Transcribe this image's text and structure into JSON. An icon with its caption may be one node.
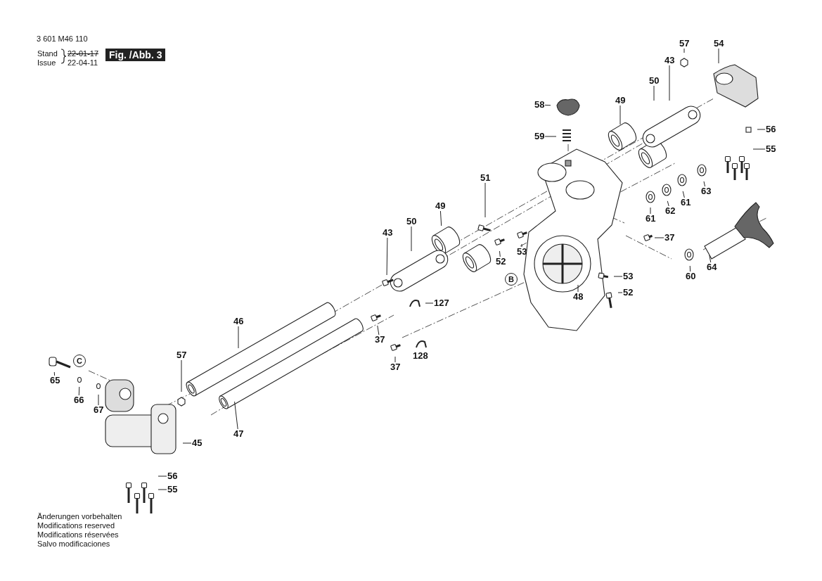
{
  "diagram": {
    "nodes": [
      {
        "text": [
          "57"
        ]
      },
      {
        "text": [
          "54"
        ]
      },
      {
        "text": [
          "43"
        ]
      },
      {
        "text": [
          "50"
        ]
      },
      {
        "text": [
          "49"
        ]
      },
      {
        "text": [
          "58"
        ]
      },
      {
        "text": [
          "56"
        ]
      },
      {
        "text": [
          "59"
        ]
      },
      {
        "text": [
          "55"
        ]
      },
      {
        "text": [
          "51"
        ]
      },
      {
        "text": [
          "63"
        ]
      },
      {
        "text": [
          "61"
        ]
      },
      {
        "text": [
          "49"
        ]
      },
      {
        "text": [
          "62"
        ]
      },
      {
        "text": [
          "50"
        ]
      },
      {
        "text": [
          "61"
        ]
      },
      {
        "text": [
          "43"
        ]
      },
      {
        "text": [
          "37"
        ]
      },
      {
        "text": [
          "53"
        ]
      },
      {
        "text": [
          "52"
        ]
      },
      {
        "text": [
          "64"
        ]
      },
      {
        "text": [
          "53"
        ]
      },
      {
        "text": [
          "60"
        ]
      },
      {
        "text": [
          "52"
        ]
      },
      {
        "text": [
          "48"
        ]
      },
      {
        "text": [
          "127"
        ]
      },
      {
        "text": [
          "46"
        ]
      },
      {
        "text": [
          "37"
        ]
      },
      {
        "text": [
          "57"
        ]
      },
      {
        "text": [
          "128"
        ]
      },
      {
        "text": [
          "37"
        ]
      },
      {
        "text": [
          "65"
        ]
      },
      {
        "text": [
          "66"
        ]
      },
      {
        "text": [
          "67"
        ]
      },
      {
        "text": [
          "47"
        ]
      },
      {
        "text": [
          "45"
        ]
      },
      {
        "text": [
          "56"
        ]
      },
      {
        "text": [
          "55"
        ]
      }
    ],
    "edges": [
      {
        "from": 0,
        "to": null,
        "arrow": "none"
      },
      {
        "from": 1,
        "to": null,
        "arrow": "none"
      },
      {
        "from": 2,
        "to": null,
        "arrow": "none"
      },
      {
        "from": 3,
        "to": null,
        "arrow": "none"
      },
      {
        "from": 4,
        "to": null,
        "arrow": "none"
      },
      {
        "from": 5,
        "to": null,
        "arrow": "none"
      },
      {
        "from": 6,
        "to": null,
        "arrow": "none"
      },
      {
        "from": 7,
        "to": null,
        "arrow": "none"
      },
      {
        "from": 8,
        "to": null,
        "arrow": "none"
      },
      {
        "from": 9,
        "to": null,
        "arrow": "none"
      },
      {
        "from": 10,
        "to": null,
        "arrow": "none"
      },
      {
        "from": 11,
        "to": null,
        "arrow": "none"
      },
      {
        "from": 12,
        "to": null,
        "arrow": "none"
      },
      {
        "from": 13,
        "to": null,
        "arrow": "none"
      },
      {
        "from": 14,
        "to": null,
        "arrow": "none"
      },
      {
        "from": 15,
        "to": null,
        "arrow": "none"
      },
      {
        "from": 16,
        "to": null,
        "arrow": "none"
      },
      {
        "from": 17,
        "to": null,
        "arrow": "none"
      },
      {
        "from": 18,
        "to": null,
        "arrow": "none"
      },
      {
        "from": 19,
        "to": null,
        "arrow": "none"
      },
      {
        "from": 20,
        "to": null,
        "arrow": "none"
      },
      {
        "from": 21,
        "to": null,
        "arrow": "none"
      },
      {
        "from": 22,
        "to": null,
        "arrow": "none"
      },
      {
        "from": 23,
        "to": null,
        "arrow": "none"
      },
      {
        "from": 24,
        "to": null,
        "arrow": "none"
      },
      {
        "from": 25,
        "to": null,
        "arrow": "none"
      },
      {
        "from": 26,
        "to": null,
        "arrow": "none"
      },
      {
        "from": 27,
        "to": null,
        "arrow": "none"
      },
      {
        "from": 28,
        "to": null,
        "arrow": "none"
      },
      {
        "from": 29,
        "to": null,
        "arrow": "none"
      },
      {
        "from": 30,
        "to": null,
        "arrow": "none"
      },
      {
        "from": 31,
        "to": null,
        "arrow": "none"
      },
      {
        "from": 32,
        "to": null,
        "arrow": "none"
      },
      {
        "from": 33,
        "to": null,
        "arrow": "none"
      },
      {
        "from": 34,
        "to": null,
        "arrow": "none"
      },
      {
        "from": 35,
        "to": null,
        "arrow": "none"
      },
      {
        "from": 36,
        "to": null,
        "arrow": "none"
      },
      {
        "from": 37,
        "to": null,
        "arrow": "none"
      }
    ],
    "labels": [
      "3 601 M46 110",
      "Stand",
      "22-01-17",
      "Issue",
      "22-04-11",
      "Fig. /Abb. 3",
      "B",
      "C",
      "Änderungen vorbehalten",
      "Modifications reserved",
      "Modifications réservées",
      "Salvo modificaciones"
    ]
  }
}
